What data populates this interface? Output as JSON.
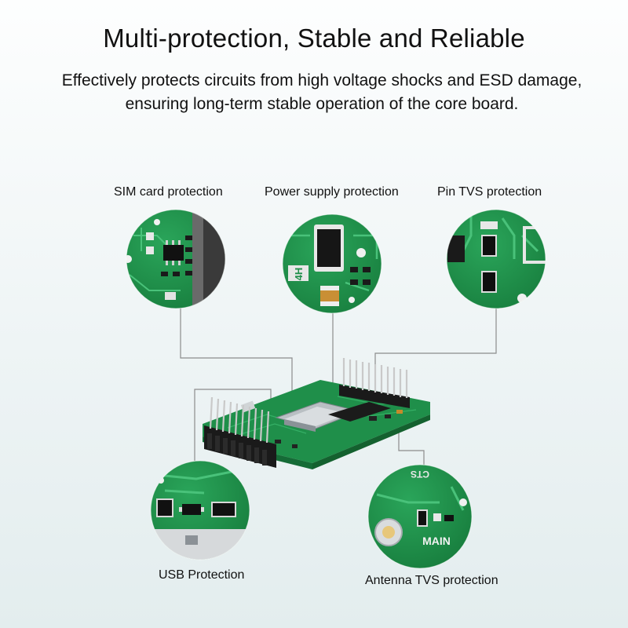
{
  "heading": {
    "title": "Multi-protection, Stable and Reliable",
    "subtitle": "Effectively protects circuits from high voltage shocks and ESD damage, ensuring long-term stable operation of the core board."
  },
  "callouts": {
    "sim": "SIM card protection",
    "power": "Power supply protection",
    "pin": "Pin TVS protection",
    "usb": "USB Protection",
    "antenna": "Antenna TVS protection"
  },
  "board_marks": {
    "cap_label": "4H",
    "antenna_label": "MAIN",
    "pin_label": "CTS"
  },
  "colors": {
    "pcb_green": "#1f8f4a",
    "pcb_dark": "#156b36",
    "trace": "#35b066",
    "leader": "#8c8c8c",
    "pin": "#c9c9c9",
    "header": "#1a1a1a"
  }
}
